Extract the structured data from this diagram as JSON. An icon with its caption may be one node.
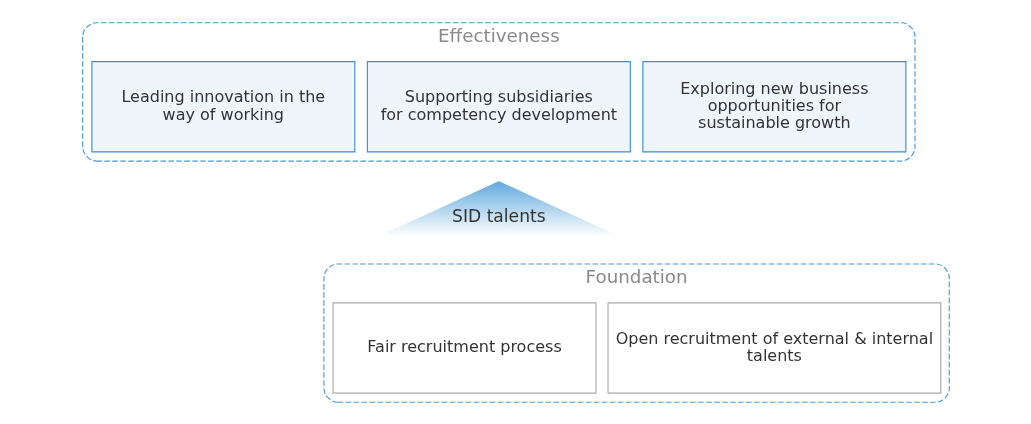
{
  "diagram": {
    "nodes": [
      {
        "text": [
          "Effectiveness"
        ]
      },
      {
        "text": [
          "Exploring new business opportunities for sustainable growth"
        ],
        "in": 0
      },
      {
        "text": [
          "Supporting subsidiaries for competency development"
        ],
        "in": 0
      },
      {
        "text": [
          "Leading innovation in the way of working"
        ],
        "in": 0
      },
      {
        "text": [
          "SID talents"
        ]
      },
      {
        "text": [
          "Foundation"
        ]
      },
      {
        "text": [
          "Open recruitment of external & internal talents"
        ],
        "in": 5
      },
      {
        "text": [
          "Fair recruitment process"
        ],
        "in": 5
      }
    ],
    "edges": []
  }
}
